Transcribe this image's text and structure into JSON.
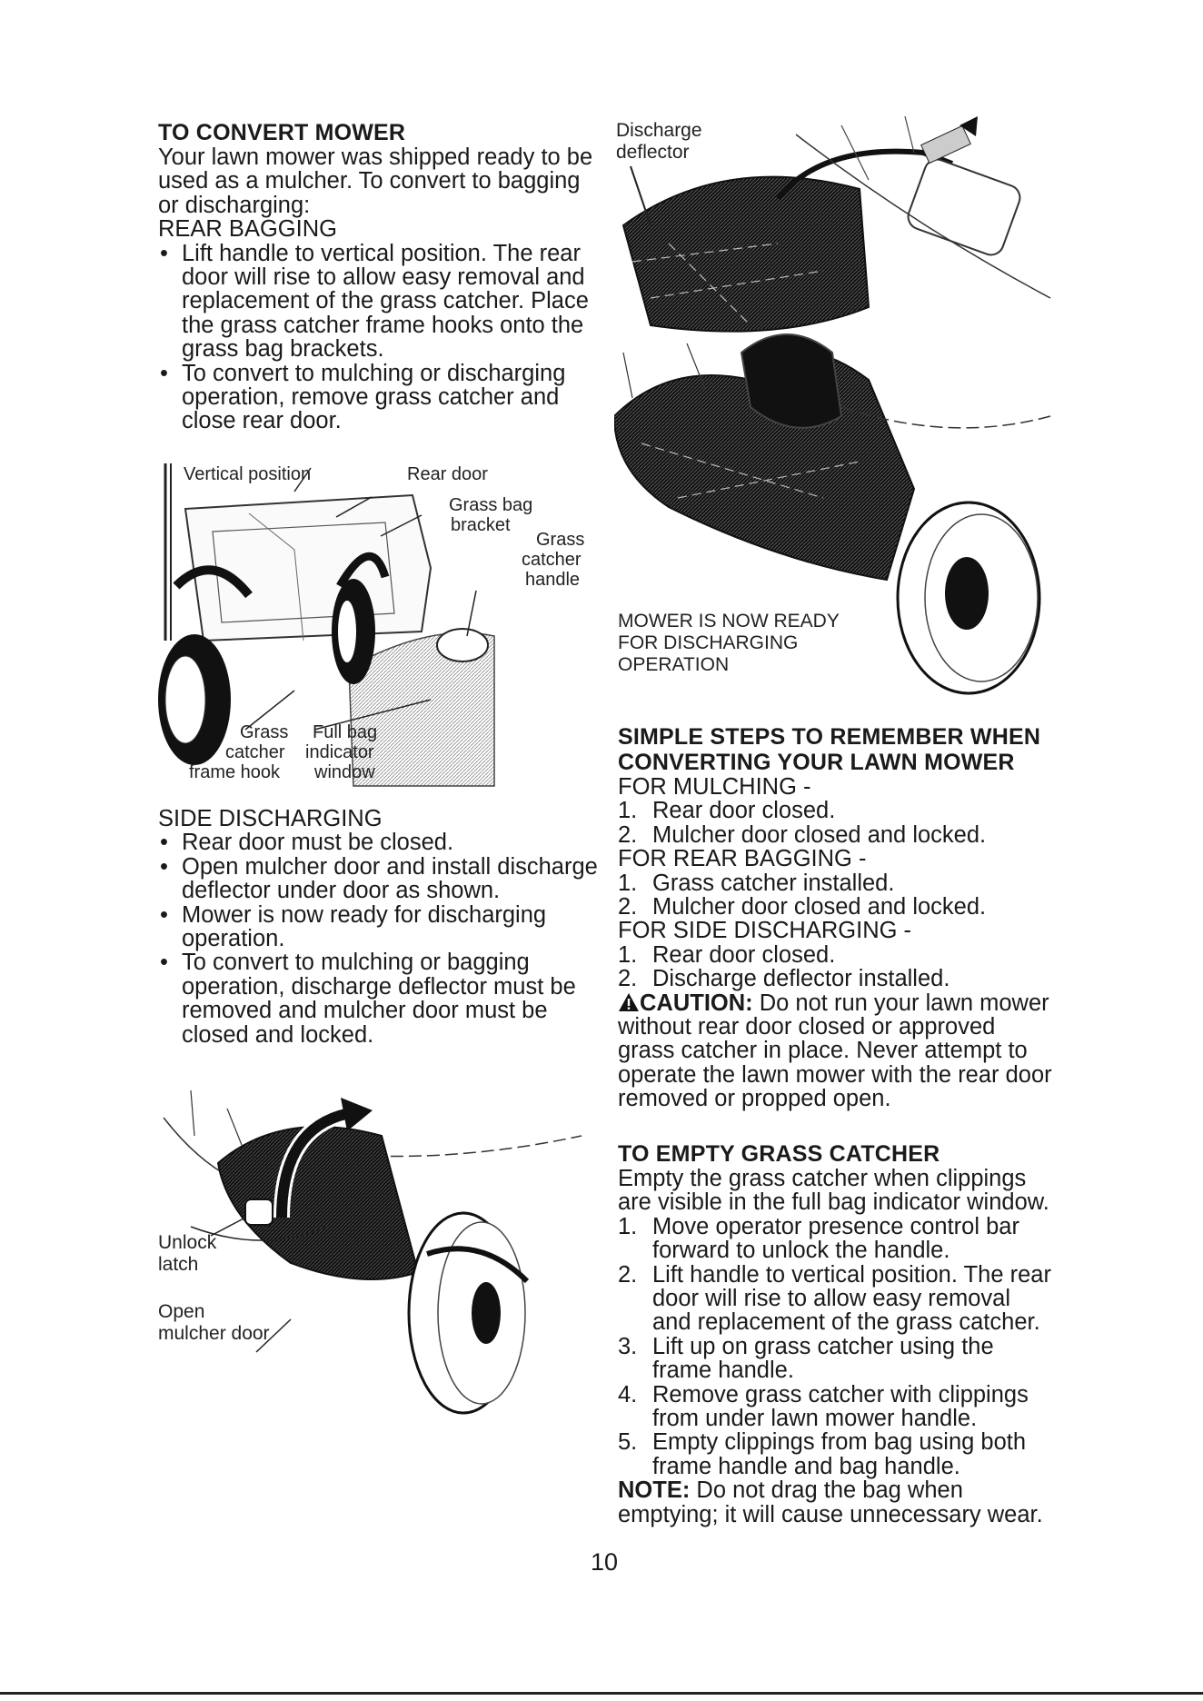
{
  "convert": {
    "heading": "TO CONVERT MOWER",
    "intro": "Your lawn mower was shipped ready to be used as a mulcher. To convert to bagging or discharging:",
    "rear_bagging_title": "REAR BAGGING",
    "rear_bagging_bullets": [
      "Lift handle to vertical position. The rear door will rise to allow easy removal and replacement of the grass catcher. Place the grass catcher frame hooks onto the grass bag brackets.",
      "To convert to mulching or discharging operation, remove grass catcher and close rear door."
    ],
    "side_discharging_title": "SIDE DISCHARGING",
    "side_discharging_bullets": [
      "Rear door must be closed.",
      "Open mulcher door and install discharge deflector under door as shown.",
      "Mower is now ready for discharging operation.",
      "To convert to mulching or bagging operation, discharge deflector must be removed and mulcher door must be closed and locked."
    ]
  },
  "fig_bagging": {
    "labels": {
      "vertical_position": "Vertical position",
      "rear_door": "Rear door",
      "grass_bag_bracket_1": "Grass bag",
      "grass_bag_bracket_2": "bracket",
      "grass_catcher_handle_1": "Grass",
      "grass_catcher_handle_2": "catcher",
      "grass_catcher_handle_3": "handle",
      "frame_hook_1": "Grass",
      "frame_hook_2": "catcher",
      "frame_hook_3": "frame hook",
      "full_bag_1": "Full bag",
      "full_bag_2": "indicator",
      "full_bag_3": "window"
    }
  },
  "fig_mulcher_door": {
    "labels": {
      "unlock_1": "Unlock",
      "unlock_2": "latch",
      "open_1": "Open",
      "open_2": "mulcher door"
    }
  },
  "fig_discharge": {
    "labels": {
      "deflector_1": "Discharge",
      "deflector_2": "deflector",
      "ready_1": "MOWER IS NOW READY",
      "ready_2": "FOR DISCHARGING",
      "ready_3": "OPERATION"
    }
  },
  "steps": {
    "heading_1": "SIMPLE STEPS TO REMEMBER WHEN",
    "heading_2": "CONVERTING YOUR LAWN MOWER",
    "mulching_title": "FOR MULCHING -",
    "mulching": [
      "Rear door closed.",
      "Mulcher door closed and locked."
    ],
    "rear_bagging_title": "FOR REAR BAGGING -",
    "rear_bagging": [
      "Grass catcher installed.",
      "Mulcher door closed and locked."
    ],
    "side_title": "FOR SIDE DISCHARGING -",
    "side": [
      "Rear door closed.",
      "Discharge deflector installed."
    ],
    "caution_label": "CAUTION:",
    "caution_text": "Do not run your lawn mower without rear door closed or approved grass catcher in place. Never attempt to operate the lawn mower with the rear door removed or propped open."
  },
  "empty": {
    "heading": "TO EMPTY GRASS CATCHER",
    "intro": "Empty the grass catcher when clippings are visible in the full bag indicator window.",
    "steps": [
      "Move operator presence control bar forward to unlock the handle.",
      "Lift handle to vertical position. The rear door will rise to allow easy removal and replacement of the grass catcher.",
      "Lift up on grass catcher using the frame handle.",
      "Remove grass catcher with clippings from under lawn mower handle.",
      "Empty clippings from bag using both frame handle and bag handle."
    ],
    "note_label": "NOTE:",
    "note_text": "Do not drag the bag when emptying; it will cause unnecessary wear."
  },
  "page_number": "10",
  "icons": [
    "warning-triangle-icon"
  ]
}
